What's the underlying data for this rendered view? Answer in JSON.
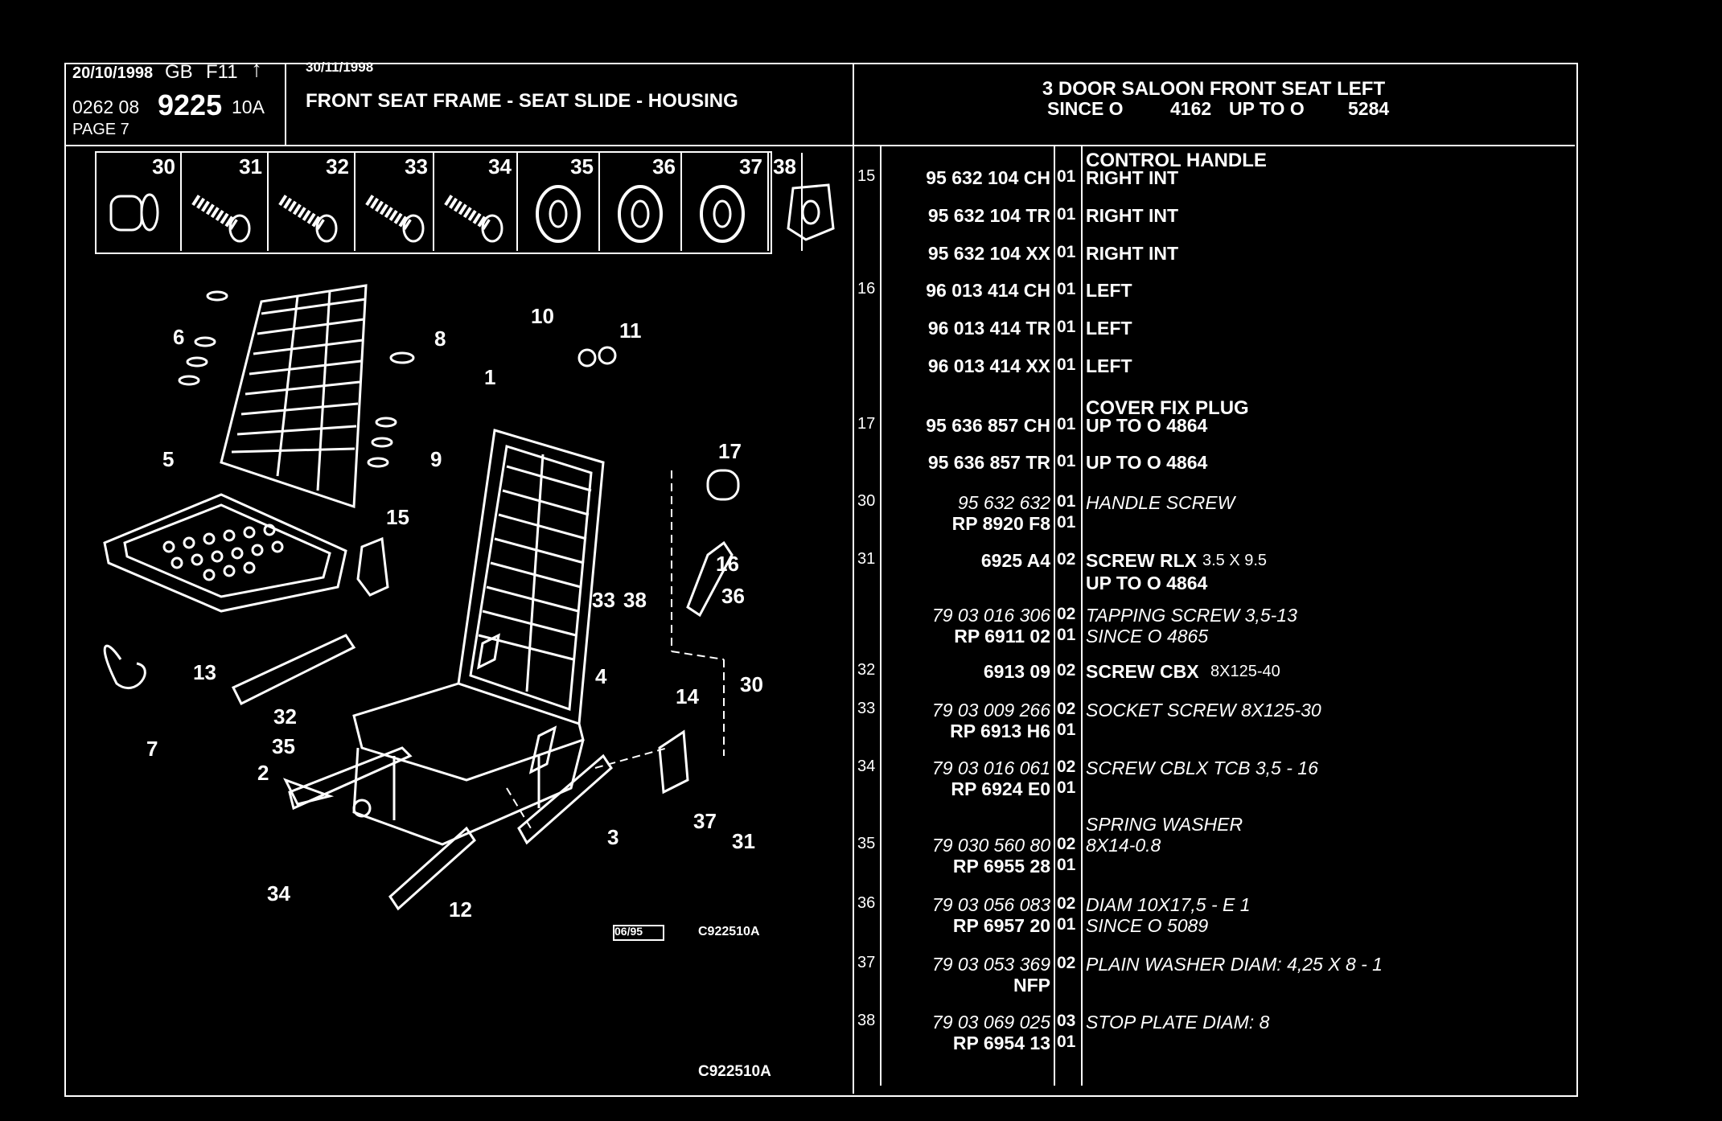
{
  "header": {
    "date_line": "20/10/1998",
    "market": "GB",
    "model": "F11",
    "ref_prefix": "0262 08",
    "ref_main": "9225",
    "ref_suffix": "10A",
    "page": "PAGE 7",
    "issue_date": "30/11/1998",
    "section_title": "FRONT SEAT FRAME - SEAT SLIDE - HOUSING",
    "variant_line1": "3 DOOR SALOON FRONT SEAT LEFT",
    "variant_since": "SINCE O",
    "variant_from": "4162",
    "variant_upto": "UP TO O",
    "variant_to": "5284"
  },
  "thumbnails": [
    {
      "num": "30",
      "icon": "knob-icon"
    },
    {
      "num": "31",
      "icon": "screw-icon"
    },
    {
      "num": "32",
      "icon": "screw-icon"
    },
    {
      "num": "33",
      "icon": "screw-icon"
    },
    {
      "num": "34",
      "icon": "screw-icon"
    },
    {
      "num": "35",
      "icon": "washer-icon"
    },
    {
      "num": "36",
      "icon": "washer-icon"
    },
    {
      "num": "37",
      "icon": "washer-icon"
    },
    {
      "num": "38",
      "icon": "plate-icon"
    }
  ],
  "diagram": {
    "callouts": [
      "1",
      "2",
      "3",
      "4",
      "5",
      "6",
      "7",
      "8",
      "9",
      "10",
      "11",
      "12",
      "13",
      "14",
      "15",
      "16",
      "17",
      "30",
      "31",
      "32",
      "33",
      "34",
      "35",
      "36",
      "37",
      "38"
    ],
    "stamp": "06/95",
    "code_small": "C922510A",
    "code_bottom": "C922510A"
  },
  "parts": {
    "heading_control": "CONTROL HANDLE",
    "heading_cover": "COVER FIX PLUG",
    "rows": [
      {
        "item": "15",
        "part": "95 632 104 CH",
        "qty": "01",
        "desc": "RIGHT INT"
      },
      {
        "item": "",
        "part": "95 632 104 TR",
        "qty": "01",
        "desc": "RIGHT INT"
      },
      {
        "item": "",
        "part": "95 632 104 XX",
        "qty": "01",
        "desc": "RIGHT INT"
      },
      {
        "item": "16",
        "part": "96 013 414 CH",
        "qty": "01",
        "desc": "LEFT"
      },
      {
        "item": "",
        "part": "96 013 414 TR",
        "qty": "01",
        "desc": "LEFT"
      },
      {
        "item": "",
        "part": "96 013 414 XX",
        "qty": "01",
        "desc": "LEFT"
      },
      {
        "item": "17",
        "part": "95 636 857 CH",
        "qty": "01",
        "desc": "UP TO O 4864"
      },
      {
        "item": "",
        "part": "95 636 857 TR",
        "qty": "01",
        "desc": "UP TO O 4864"
      },
      {
        "item": "30",
        "part": "95 632 632",
        "qty": "01",
        "desc": "HANDLE SCREW"
      },
      {
        "item": "",
        "part": "RP 8920 F8",
        "qty": "01",
        "desc": ""
      },
      {
        "item": "31",
        "part": "6925 A4",
        "qty": "02",
        "desc": "SCREW RLX",
        "desc2": "3.5 X 9.5"
      },
      {
        "item": "",
        "part": "",
        "qty": "",
        "desc": "UP TO O 4864"
      },
      {
        "item": "",
        "part": "79 03 016 306",
        "qty": "02",
        "desc": "TAPPING SCREW 3,5-13"
      },
      {
        "item": "",
        "part": "RP 6911 02",
        "qty": "01",
        "desc": "SINCE O 4865"
      },
      {
        "item": "32",
        "part": "6913 09",
        "qty": "02",
        "desc": "SCREW CBX",
        "desc2": "8X125-40"
      },
      {
        "item": "33",
        "part": "79 03 009 266",
        "qty": "02",
        "desc": "SOCKET SCREW 8X125-30"
      },
      {
        "item": "",
        "part": "RP 6913 H6",
        "qty": "01",
        "desc": ""
      },
      {
        "item": "34",
        "part": "79 03 016 061",
        "qty": "02",
        "desc": "SCREW CBLX TCB 3,5 - 16"
      },
      {
        "item": "",
        "part": "RP 6924 E0",
        "qty": "01",
        "desc": ""
      },
      {
        "item": "",
        "part": "",
        "qty": "",
        "desc": "SPRING WASHER"
      },
      {
        "item": "35",
        "part": "79 030 560 80",
        "qty": "02",
        "desc": "8X14-0.8"
      },
      {
        "item": "",
        "part": "RP 6955 28",
        "qty": "01",
        "desc": ""
      },
      {
        "item": "36",
        "part": "79 03 056 083",
        "qty": "02",
        "desc": "DIAM 10X17,5 - E 1"
      },
      {
        "item": "",
        "part": "RP 6957 20",
        "qty": "01",
        "desc": "SINCE O 5089"
      },
      {
        "item": "37",
        "part": "79 03 053 369",
        "qty": "02",
        "desc": "PLAIN WASHER DIAM: 4,25 X 8 - 1"
      },
      {
        "item": "",
        "part": "NFP",
        "qty": "",
        "desc": ""
      },
      {
        "item": "38",
        "part": "79 03 069 025",
        "qty": "03",
        "desc": "STOP PLATE DIAM: 8"
      },
      {
        "item": "",
        "part": "RP 6954 13",
        "qty": "01",
        "desc": ""
      }
    ]
  }
}
